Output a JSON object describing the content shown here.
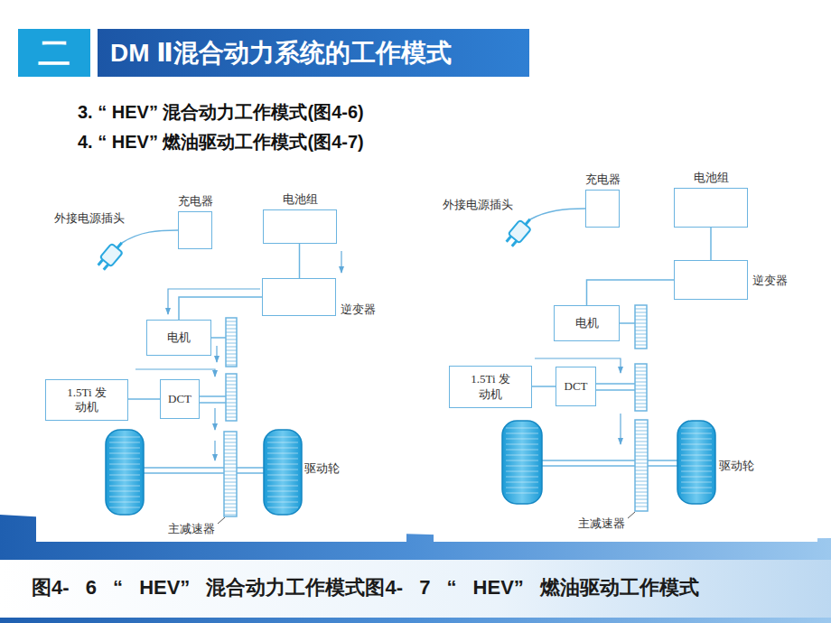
{
  "diagram": {
    "title": "DM Ⅱ混合动力系统的工作模式",
    "caption": "图4- 6 “ HEV” 混合动力工作模式图4- 7 “ HEV” 燃油驱动工作模式",
    "nodes": [
      {
        "text": [
          "充电器"
        ]
      },
      {
        "text": [
          "电池组"
        ]
      },
      {
        "text": [
          "逆变器"
        ]
      },
      {
        "text": [
          "电机"
        ]
      },
      {
        "text": [
          "1.5Ti 发动机"
        ]
      },
      {
        "text": [
          "DCT"
        ]
      },
      {
        "text": [
          "充电器"
        ]
      },
      {
        "text": [
          "电池组"
        ]
      },
      {
        "text": [
          "逆变器"
        ]
      },
      {
        "text": [
          "电机"
        ]
      },
      {
        "text": [
          "1.5Ti 发动机"
        ]
      },
      {
        "text": [
          "DCT"
        ]
      }
    ],
    "edges": [
      {
        "from": 1,
        "to": 2,
        "arrow": "none"
      },
      {
        "from": 2,
        "to": 3,
        "arrow": "none"
      },
      {
        "from": 4,
        "to": 5,
        "arrow": "none"
      },
      {
        "from": 7,
        "to": 8,
        "arrow": "none"
      },
      {
        "from": 8,
        "to": 9,
        "arrow": "none"
      },
      {
        "from": 10,
        "to": 11,
        "arrow": "none"
      }
    ],
    "labels": [
      "二",
      "3. “ HEV” 混合动力工作模式(图4-6)",
      "4. “ HEV” 燃油驱动工作模式(图4-7)",
      "外接电源插头",
      "驱动轮",
      "主减速器",
      "外接电源插头",
      "驱动轮",
      "主减速器"
    ]
  }
}
